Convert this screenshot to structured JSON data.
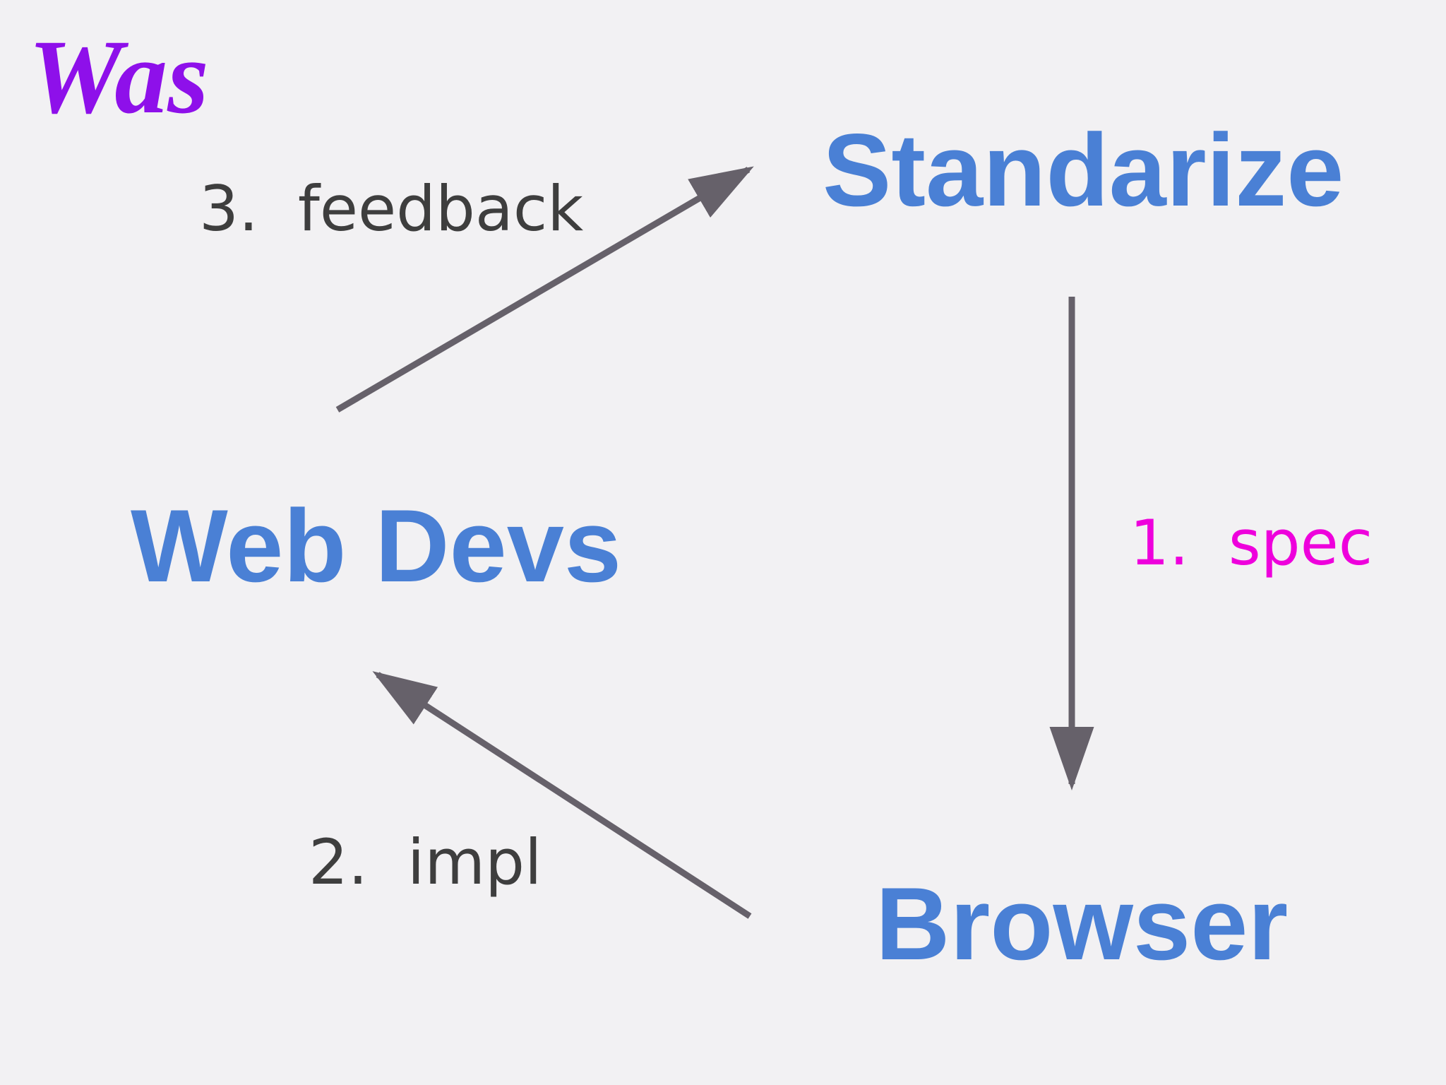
{
  "title": {
    "text": "Was"
  },
  "nodes": [
    {
      "id": "standarize",
      "label": "Standarize"
    },
    {
      "id": "web-devs",
      "label": "Web Devs"
    },
    {
      "id": "browser",
      "label": "Browser"
    }
  ],
  "edges": [
    {
      "order": "1.",
      "label": "spec",
      "display": "1.  spec",
      "from": "standarize",
      "to": "browser"
    },
    {
      "order": "2.",
      "label": "impl",
      "display": "2.  impl",
      "from": "browser",
      "to": "web-devs"
    },
    {
      "order": "3.",
      "label": "feedback",
      "display": "3.  feedback",
      "from": "web-devs",
      "to": "standarize"
    }
  ],
  "colors": {
    "background": "#f2f1f3",
    "title": "#8e10ea",
    "node_text": "#4a80d5",
    "edge_label_default": "#3e3e3e",
    "edge_label_spec": "#ee00dc",
    "arrow": "#66616a"
  }
}
